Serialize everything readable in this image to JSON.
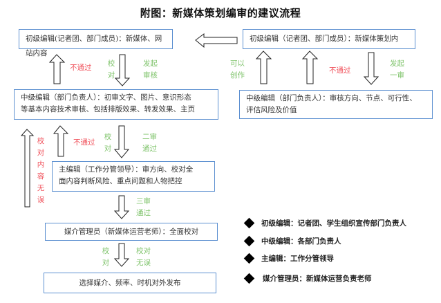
{
  "title": "附图：新媒体策划编审的建议流程",
  "boxes": {
    "junior_web": "初级编辑(记者团、部门成员)：新媒体、网站内容",
    "junior_plan": "初级编辑（记者团、部门成员）：新媒体策划内",
    "middle_content_l1": "中级编辑（部门负责人）：初审文字、图片、意识形态",
    "middle_content_l2": "等基本内容技术审核、包括排版效果、转发效果、主页",
    "middle_plan_l1": "中级编辑（部门负责人）：审核方向、节点、可行性、",
    "middle_plan_l2": "评估风险及价值",
    "chief_l1": "主编辑（工作分管领导）：审方向、校对全",
    "chief_l2": "面内容判断风险、重点问题和人物把控",
    "media_manager": "媒介管理员（新媒体运营老师）：全面校对",
    "publish": "选择媒介、频率、时机对外发布"
  },
  "labels": {
    "fail_1": "不通过",
    "proofread_1": [
      "校",
      "对"
    ],
    "initiate_review": [
      "发起",
      "审核"
    ],
    "can_create": [
      "可以",
      "创作"
    ],
    "fail_2": "不通过",
    "initiate_first": [
      "发起",
      "一审"
    ],
    "proof_ok_vertical": [
      "校",
      "对",
      "内",
      "容",
      "无",
      "误"
    ],
    "fail_3": "不通过",
    "proofread_2": [
      "校",
      "对"
    ],
    "second_pass": [
      "二审",
      "通过"
    ],
    "third_pass": [
      "三审",
      "通过"
    ],
    "proofread_3": [
      "校",
      "对"
    ],
    "proof_ok": [
      "校对",
      "无误"
    ]
  },
  "legend": [
    "初级编辑：记者团、学生组织宣传部门负责人",
    "中级编辑：各部门负责人",
    "主编辑：工作分管领导",
    "媒介管理员：新媒体运营负责老师"
  ],
  "colors": {
    "box_border": "#5b8fd0",
    "pass_label": "#7ec36a",
    "fail_label": "#f0505a"
  }
}
